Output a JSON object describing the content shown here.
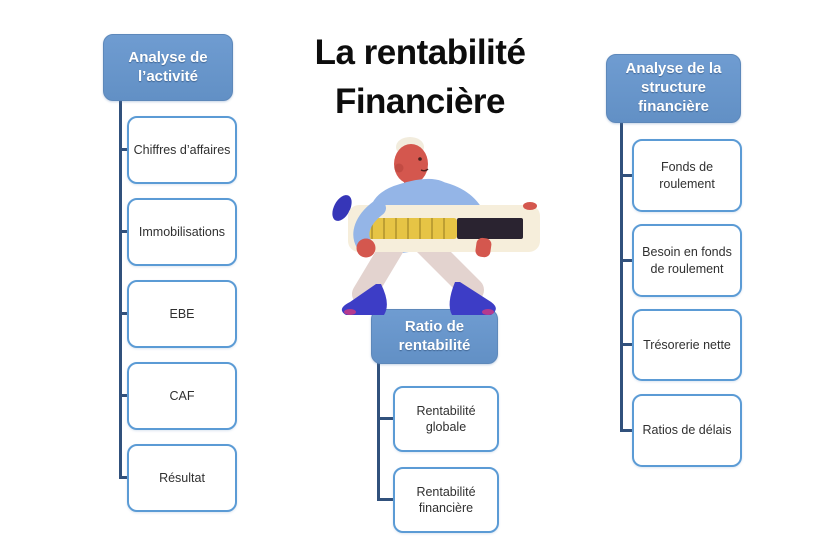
{
  "title": {
    "line1": "La rentabilité",
    "line2": "Financière"
  },
  "columns": [
    {
      "header": "Analyse de l’activité",
      "items": [
        "Chiffres d’affaires",
        "Immobilisations",
        "EBE",
        "CAF",
        "Résultat"
      ]
    },
    {
      "header": "Ratio de rentabilité",
      "items": [
        "Rentabilité globale",
        "Rentabilité financière"
      ]
    },
    {
      "header": "Analyse de la structure financière",
      "items": [
        "Fonds de roulement",
        "Besoin en fonds de roulement",
        "Trésorerie nette",
        "Ratios de délais"
      ]
    }
  ],
  "illustration": {
    "name": "person-carrying-gauge"
  },
  "colors": {
    "background": "#ffffff",
    "header_fill": "#6f9cd1",
    "header_fill_dark": "#6290c5",
    "header_border": "#5d88ba",
    "header_text": "#ffffff",
    "child_fill": "#ffffff",
    "child_border": "#5b9bd5",
    "child_text": "#303030",
    "connector": "#31517c",
    "title_text": "#0d0d0d",
    "skin": "#d4574e",
    "skin_dark": "#c24b43",
    "hair": "#f2ecdd",
    "sweater": "#94b5e7",
    "sweater_shade": "#3636b8",
    "pants": "#e3d3cf",
    "shoes": "#3d3dc6",
    "shoes_shade": "#b53a8e",
    "bar_fill": "#f6eedb",
    "gauge_yellow": "#e6c445",
    "gauge_divider": "#b3962f",
    "gauge_dark": "#2a2330"
  }
}
